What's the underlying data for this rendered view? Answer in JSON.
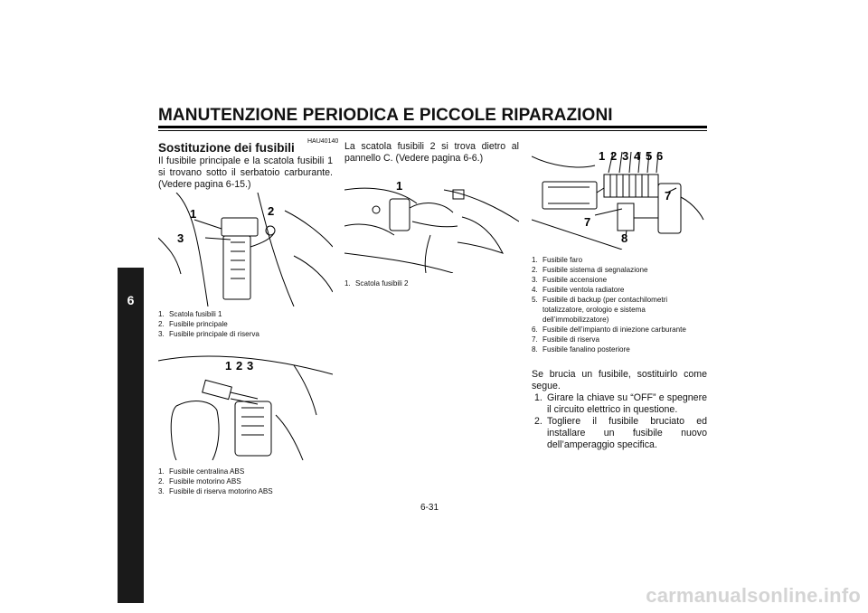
{
  "header": {
    "title": "MANUTENZIONE PERIODICA E PICCOLE RIPARAZIONI"
  },
  "chapter_tab": "6",
  "section": {
    "code": "HAU40140",
    "title": "Sostituzione dei fusibili",
    "intro": "Il fusibile principale e la scatola fusibili 1 si trovano sotto il serbatoio carburante. (Vedere pagina 6-15.)"
  },
  "figures": {
    "fig1": {
      "labels": [
        "1",
        "2",
        "3"
      ]
    },
    "fig2": {
      "labels": [
        "1",
        "2",
        "3"
      ]
    },
    "fig3": {
      "labels": [
        "1"
      ]
    },
    "fig4": {
      "labels": [
        "1",
        "2",
        "3",
        "4",
        "5",
        "6",
        "7",
        "7",
        "8"
      ]
    }
  },
  "legend1": [
    {
      "num": "1.",
      "text": "Scatola fusibili 1"
    },
    {
      "num": "2.",
      "text": "Fusibile principale"
    },
    {
      "num": "3.",
      "text": "Fusibile principale di riserva"
    }
  ],
  "legend2": [
    {
      "num": "1.",
      "text": "Fusibile centralina ABS"
    },
    {
      "num": "2.",
      "text": "Fusibile motorino ABS"
    },
    {
      "num": "3.",
      "text": "Fusibile di riserva motorino ABS"
    }
  ],
  "middle": {
    "text": "La scatola fusibili 2 si trova dietro al pannello C. (Vedere pagina 6-6.)",
    "legend": [
      {
        "num": "1.",
        "text": "Scatola fusibili 2"
      }
    ]
  },
  "legend4": [
    {
      "num": "1.",
      "text": "Fusibile faro"
    },
    {
      "num": "2.",
      "text": "Fusibile sistema di segnalazione"
    },
    {
      "num": "3.",
      "text": "Fusibile accensione"
    },
    {
      "num": "4.",
      "text": "Fusibile ventola radiatore"
    },
    {
      "num": "5.",
      "text": "Fusibile di backup (per contachilometri totalizzatore, orologio e sistema dell’immobilizzatore)"
    },
    {
      "num": "6.",
      "text": "Fusibile dell’impianto di iniezione carburante"
    },
    {
      "num": "7.",
      "text": "Fusibile di riserva"
    },
    {
      "num": "8.",
      "text": "Fusibile fanalino posteriore"
    }
  ],
  "procedure": {
    "intro": "Se brucia un fusibile, sostituirlo come segue.",
    "steps": [
      {
        "num": "1.",
        "text": "Girare la chiave su “OFF” e spegnere il circuito elettrico in questione."
      },
      {
        "num": "2.",
        "text": "Togliere il fusibile bruciato ed installare un fusibile nuovo dell’amperaggio specifica."
      }
    ]
  },
  "page_number": "6-31",
  "watermark": "carmanualsonline.info"
}
